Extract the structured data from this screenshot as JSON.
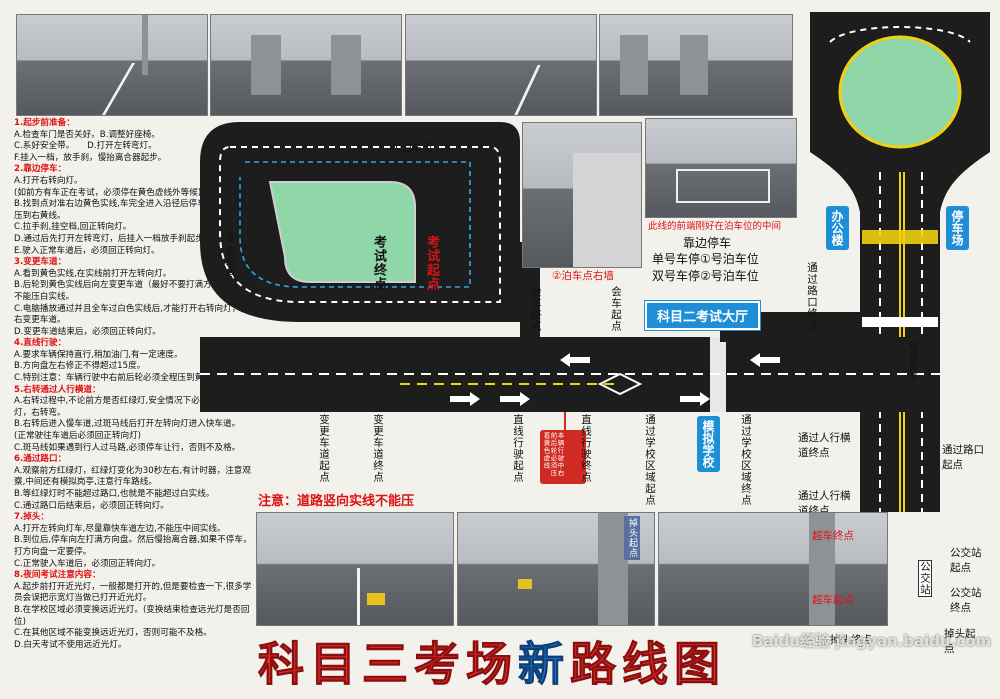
{
  "title": {
    "part1": "科目三考场",
    "part2": "新",
    "part3": "路线图"
  },
  "notice": "注意：道路竖向实线不能压",
  "rules": [
    {
      "heading": "1.起步前准备：",
      "lines": [
        "A.检查车门是否关好。B.调整好座椅。",
        "C.系好安全带。　　D.打开左转弯灯。",
        "F.挂入一档，放手刹，慢抬离合器起步。"
      ]
    },
    {
      "heading": "2.靠边停车：",
      "lines": [
        "A.打开右转向灯。",
        "(如前方有车正在考试，必须停在黄色虚线外等候)",
        "B.找到点对准右边黄色实线,车完全进入沿径后停车,前后轮必须压到右黄线。",
        "C.拉手刹,挂空档,回正转向灯。",
        "D.通过后先打开左转弯灯，后挂入一档放手刹起步。",
        "E.驶入正常车道后，必须回正转向灯。"
      ]
    },
    {
      "heading": "3.变更车道：",
      "lines": [
        "A.看到黄色实线,在实线前打开左转向灯。",
        "B.后轮到黄色实线后向左变更车道（最好不要打满方向盘）且不能压白实线。",
        "C.电脑播放通过并且全车过白色实线后,才能打开右转向灯，向右变更车道。",
        "D.变更车道结束后，必须回正转向灯。"
      ]
    },
    {
      "heading": "4.直线行驶：",
      "lines": [
        "A.要求车辆保持直行,稍加油门,有一定速度。",
        "B.方向盘左右修正不得超过15度。",
        "C.特别注意：车辆行驶中右前后轮必须全程压到黄色虚线。"
      ]
    },
    {
      "heading": "5.右转通过人行横道：",
      "lines": [
        "A.右转过程中,不论前方是否红绿灯,安全情况下必须打开右转灯，右转弯。",
        "B.右转后进入慢车道,过斑马线后打开左转向灯进入快车道。(正常驶往车道后必须回正转向灯)",
        "C.斑马线如果遇到行人过马路,必须停车让行，否则不及格。"
      ]
    },
    {
      "heading": "6.通过路口：",
      "lines": [
        "A.观察前方红绿灯，红绿灯变化为30秒左右,有计时器，注意观察,中间还有模拟岗亭,注意行车路线。",
        "B.等红绿灯时不能超过路口,也就是不能超过白实线。",
        "C.通过路口后结束后，必须回正转向灯。"
      ]
    },
    {
      "heading": "7.掉头：",
      "lines": [
        "A.打开左转向灯车,尽量靠快车道左边,不能压中间实线。",
        "B.到位后,停车向左打满方向盘。然后慢抬离合器,如果不停车，打方向盘一定要停。",
        "C.正常驶入车道后，必须回正转向灯。"
      ]
    },
    {
      "heading": "8.夜间考试注意内容：",
      "lines": [
        "A.起步前打开近光灯，一般都是打开的,但是要检查一下,很多学员会误把示宽灯当做已打开近光灯。",
        "B.在学校区域必须变换远近光灯。(变换结束检查远光灯是否回位)",
        "C.在其他区域不能变换远近光灯，否则可能不及格。",
        "D.白天考试不使用远近光灯。"
      ]
    }
  ],
  "map_labels": {
    "parking_point_1": "①泊车点",
    "parking_point_2": "②泊车点",
    "exam_end": "考试终点",
    "exam_start": "考试起点",
    "parking_right_wall": "②泊车点右墙",
    "front_line_note": "此线的前端刚好在泊车位的中间",
    "pull_over_title": "靠边停车",
    "pull_over_single": "单号车停①号泊车位",
    "pull_over_double": "双号车停②号泊车位",
    "meet_end": "会车终点",
    "meet_start": "会车起点",
    "hall": "科目二考试大厅",
    "office": "办公楼",
    "parking_lot": "停车场",
    "pass_junction_end": "通过路口终点",
    "booth": "模拟岗亭",
    "lane_change_start": "变更车道起点",
    "lane_change_end": "变更车道终点",
    "straight_start": "直线行驶起点",
    "straight_end": "直线行驶终点",
    "school_start": "通过学校区域起点",
    "school_end": "通过学校区域终点",
    "school": "模拟学校",
    "red_note": "本辆行驶中右前后轮必须压着黄色虚线",
    "crosswalk_end_1": "通过人行横道终点",
    "crosswalk_end_2": "通过人行横道终点",
    "junction_start": "通过路口起点",
    "overtake_end": "超车终点",
    "overtake_start": "超车起点",
    "bus_start": "公交站起点",
    "bus_end": "公交站终点",
    "bus_stop": "公交站",
    "uturn_start": "掉头起点",
    "uturn_end": "掉头终点",
    "photo_sign": "掉头起点"
  },
  "watermark": "Baidu经验 jingyan.baidu.com"
}
